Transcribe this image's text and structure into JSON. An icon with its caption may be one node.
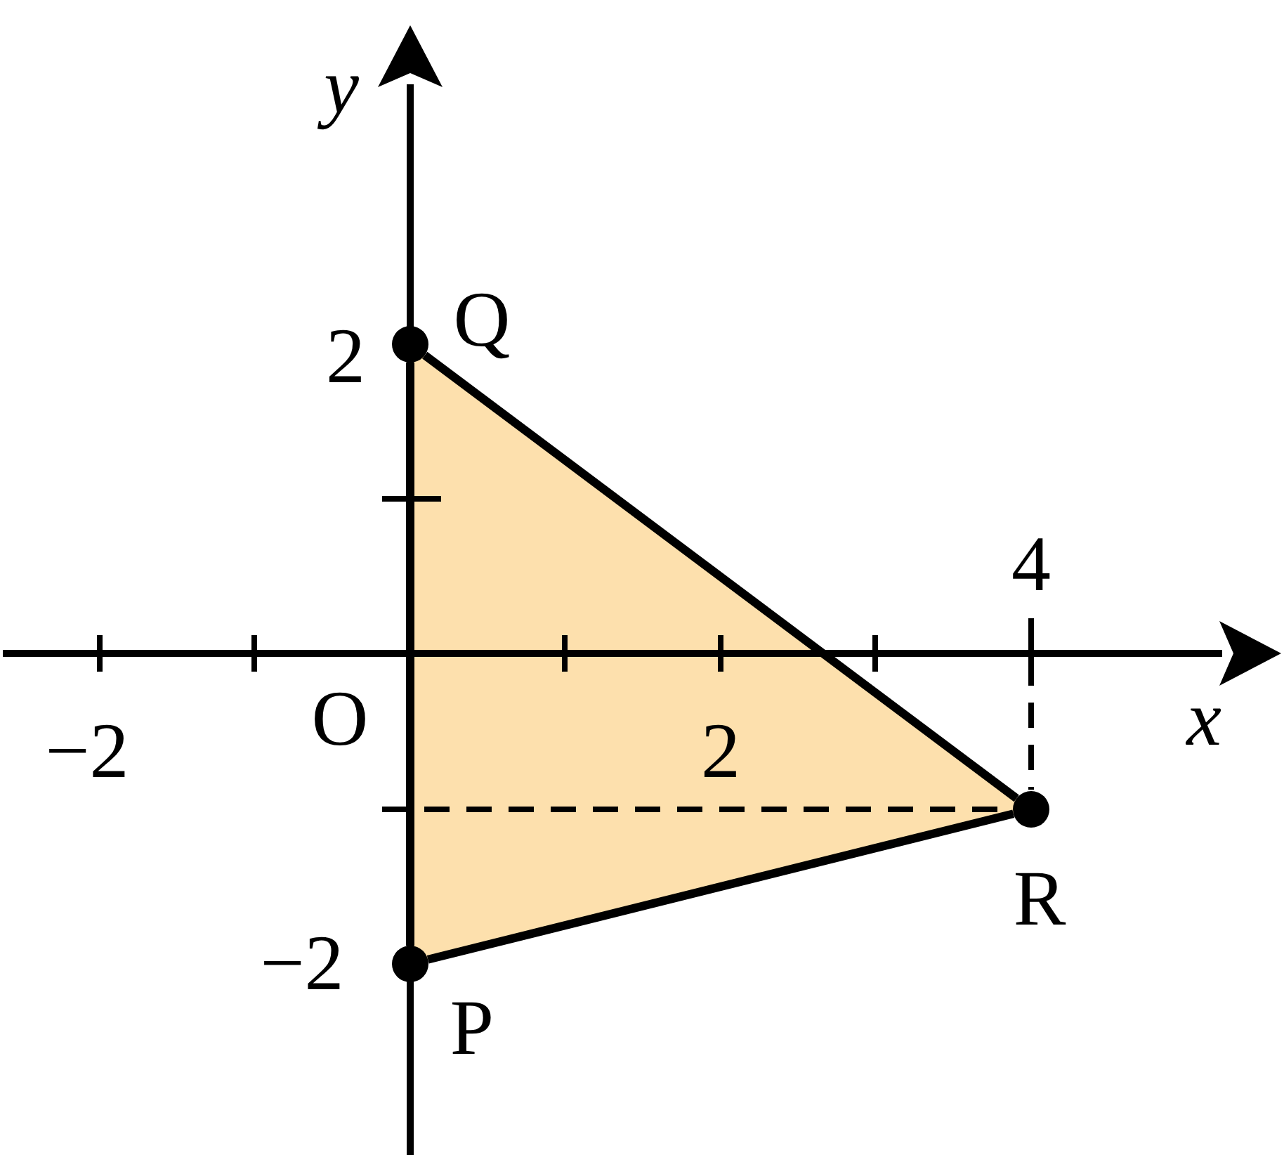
{
  "diagram": {
    "nodes": [
      {
        "text": [],
        "shape": "circle",
        "beside": [
          "Q"
        ]
      },
      {
        "text": [],
        "shape": "circle",
        "beside": [
          "R"
        ]
      },
      {
        "text": [],
        "shape": "circle",
        "beside": [
          "P"
        ]
      }
    ],
    "edges": [
      {
        "from": 0,
        "to": 1,
        "arrow": "none"
      },
      {
        "from": 1,
        "to": 2,
        "arrow": "none"
      },
      {
        "from": 2,
        "to": 0,
        "arrow": "none"
      }
    ],
    "labels": [
      "y",
      "2",
      "4",
      "−2",
      "O",
      "2",
      "x",
      "−2"
    ]
  }
}
